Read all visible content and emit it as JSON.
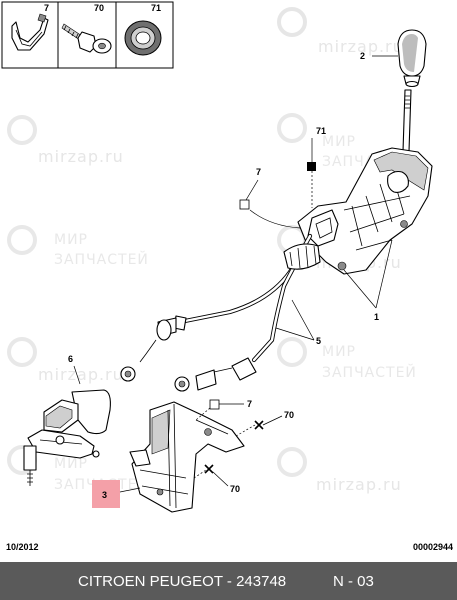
{
  "watermarks": {
    "site": "mirzap.ru",
    "line1": "МИР",
    "line2": "ЗАПЧАСТЕЙ"
  },
  "inset_refs": [
    "7",
    "70",
    "71"
  ],
  "callouts": {
    "c1": "1",
    "c2": "2",
    "c3": "3",
    "c5": "5",
    "c6": "6",
    "c7a": "7",
    "c7b": "7",
    "c70a": "70",
    "c70b": "70",
    "c71": "71"
  },
  "highlight_color": "#f4a0a8",
  "footer": {
    "date": "10/2012",
    "code": "00002944",
    "title": "CITROEN PEUGEOT - 243748",
    "page": "N - 03"
  }
}
